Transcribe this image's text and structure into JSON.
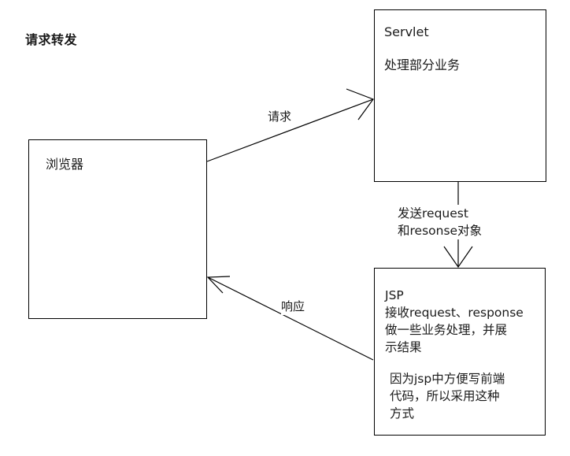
{
  "diagram": {
    "title": "请求转发",
    "type": "flow-diagram",
    "background_color": "#ffffff",
    "stroke_color": "#000000",
    "text_color": "#1a1a1a",
    "nodes": {
      "browser": {
        "label": "浏览器",
        "shape": "rectangle"
      },
      "servlet": {
        "title": "Servlet",
        "description": "处理部分业务",
        "shape": "rectangle"
      },
      "jsp": {
        "main_text": "JSP\n接收request、response\n做一些业务处理，并展\n示结果",
        "note_text": "因为jsp中方便写前端\n代码，所以采用这种\n方式",
        "shape": "rectangle"
      }
    },
    "edges": {
      "browser_to_servlet": {
        "label": "请求",
        "from": "browser",
        "to": "servlet",
        "style": "solid-arrow"
      },
      "servlet_to_jsp": {
        "label": "发送request\n和resonse对象",
        "from": "servlet",
        "to": "jsp",
        "style": "solid-arrow"
      },
      "jsp_to_browser": {
        "label": "响应",
        "from": "jsp",
        "to": "browser",
        "style": "solid-arrow"
      }
    }
  }
}
